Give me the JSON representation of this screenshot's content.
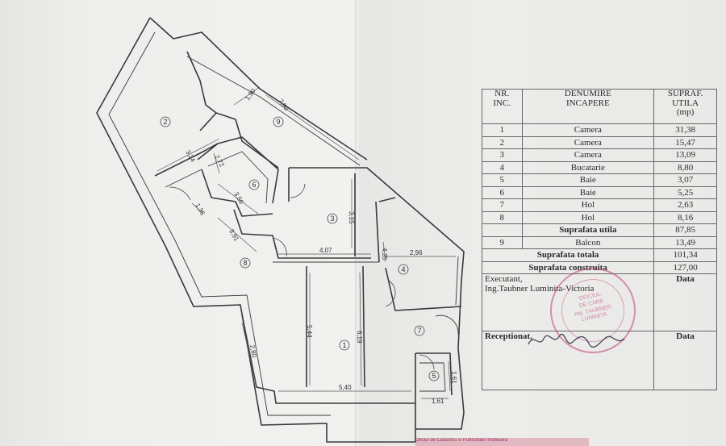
{
  "rooms": [
    {
      "id": "1",
      "label": "1"
    },
    {
      "id": "2",
      "label": "2"
    },
    {
      "id": "3",
      "label": "3"
    },
    {
      "id": "4",
      "label": "4"
    },
    {
      "id": "5",
      "label": "5"
    },
    {
      "id": "6",
      "label": "6"
    },
    {
      "id": "7",
      "label": "7"
    },
    {
      "id": "8",
      "label": "8"
    },
    {
      "id": "9",
      "label": "9"
    }
  ],
  "dimensions": {
    "d1": "1,90",
    "d2": "7,99",
    "d3": "3,24",
    "d4": "2,72",
    "d5": "1,36",
    "d6": "3,56",
    "d7": "3,91",
    "d8": "3,15",
    "d9": "4,07",
    "d10": "4,35",
    "d11": "2,96",
    "d12": "5,44",
    "d13": "6,19",
    "d14": "2,80",
    "d15": "5,40",
    "d16": "1,61",
    "d17": "1,61"
  },
  "table": {
    "header": {
      "nr": "NR.\nINC.",
      "name": "DENUMIRE\nINCAPERE",
      "area": "SUPRAF.\nUTILA\n(mp)"
    },
    "rows": [
      {
        "nr": "1",
        "name": "Camera",
        "area": "31,38"
      },
      {
        "nr": "2",
        "name": "Camera",
        "area": "15,47"
      },
      {
        "nr": "3",
        "name": "Camera",
        "area": "13,09"
      },
      {
        "nr": "4",
        "name": "Bucatarie",
        "area": "8,80"
      },
      {
        "nr": "5",
        "name": "Baie",
        "area": "3,07"
      },
      {
        "nr": "6",
        "name": "Baie",
        "area": "5,25"
      },
      {
        "nr": "7",
        "name": "Hol",
        "area": "2,63"
      },
      {
        "nr": "8",
        "name": "Hol",
        "area": "8,16"
      }
    ],
    "suprafata_utila": {
      "label": "Suprafata utila",
      "value": "87,85"
    },
    "balcon": {
      "nr": "9",
      "name": "Balcon",
      "area": "13,49"
    },
    "suprafata_totala": {
      "label": "Suprafata totala",
      "value": "101,34"
    },
    "suprafata_construita": {
      "label": "Suprafata construita",
      "value": "127,00"
    },
    "executant": {
      "label": "Executant,",
      "date_label": "Data",
      "name": "Ing.Taubner Luminita-Victoria"
    },
    "receptionat": {
      "label": "Receptionat,",
      "date_label": "Data"
    }
  },
  "stamp": {
    "line1": "OFICIUL",
    "line2": "DE CARE",
    "line3": "Ing. TAUBNER",
    "line4": "LUMINITA"
  },
  "signature": "ing.L.Taubner",
  "strip_text": "Oficiul de Cadastru si Publicitate Imobiliara"
}
